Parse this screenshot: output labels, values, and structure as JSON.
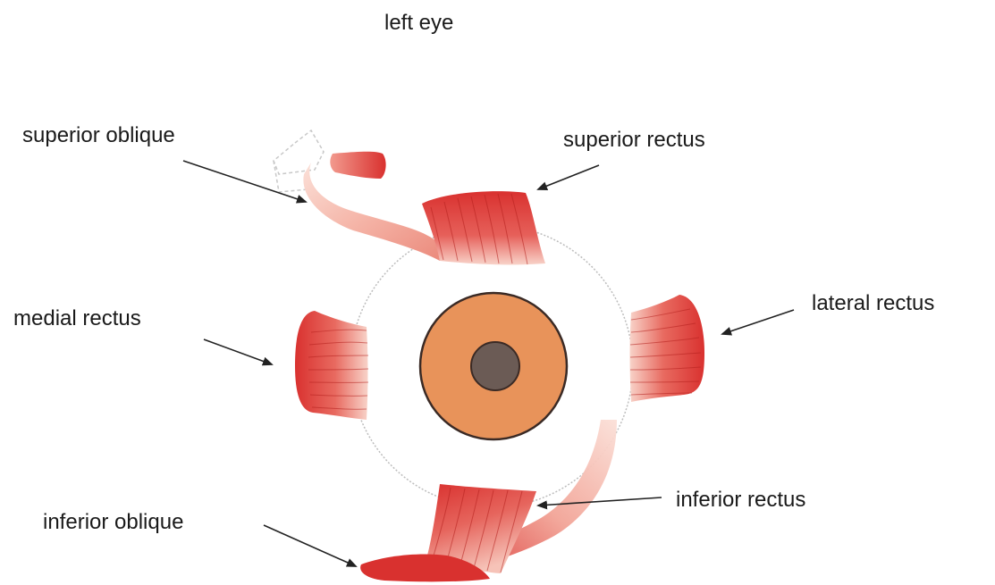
{
  "title": "left eye",
  "labels": {
    "superior_oblique": "superior oblique",
    "superior_rectus": "superior rectus",
    "lateral_rectus": "lateral rectus",
    "medial_rectus": "medial rectus",
    "inferior_rectus": "inferior rectus",
    "inferior_oblique": "inferior oblique"
  },
  "colors": {
    "muscle_dark": "#d9312f",
    "muscle_mid": "#e86a60",
    "muscle_light": "#f6c7bd",
    "iris": "#e8935a",
    "pupil": "#6b5b55",
    "outline": "#3a2a25",
    "eyeball_outline": "#bdbdbd"
  }
}
